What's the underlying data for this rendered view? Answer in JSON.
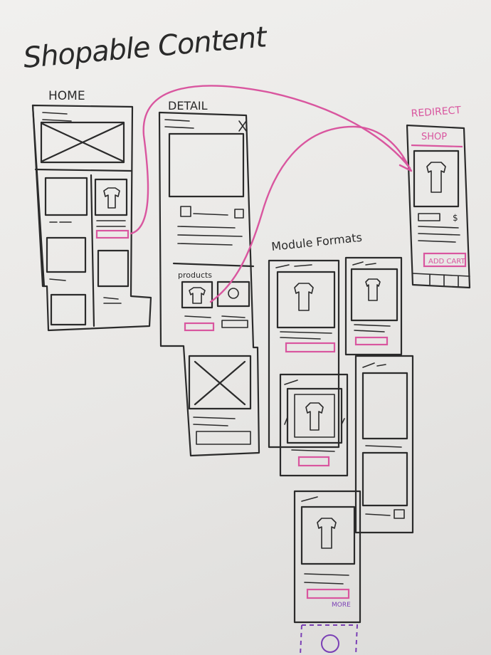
{
  "title": "Shopable Content",
  "labels": {
    "home": "HOME",
    "detail": "DETAIL",
    "redirect": "REDIRECT",
    "shop": "SHOP",
    "add_cart": "ADD CART",
    "products": "products",
    "module_formats": "Module Formats",
    "dollar": "$",
    "more": "MORE"
  },
  "colors": {
    "ink": "#2b2b2b",
    "marker_pink": "#d9569f",
    "marker_purple": "#7a3fb5",
    "board": "#eeedeb"
  }
}
